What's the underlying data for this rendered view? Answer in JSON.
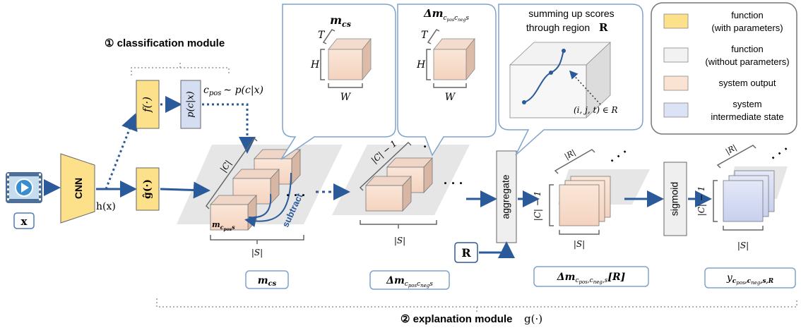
{
  "classification_module": {
    "title": "① classification module"
  },
  "explanation_module": {
    "title": "② explanation module",
    "g_symbol": "g(·)"
  },
  "input": {
    "label": "x"
  },
  "cnn": {
    "label": "CNN",
    "output": "h(x)"
  },
  "f_box": {
    "label": "f(·)"
  },
  "p_box": {
    "label": "p(c|x)"
  },
  "cpos_sample": {
    "text": "c",
    "sub": "pos",
    "rest": "∼ p(c|x)"
  },
  "g_hat": {
    "label": "ĝ(·)"
  },
  "mcs": {
    "bubble_title": "m",
    "bubble_title_sub": "cs",
    "T": "T",
    "H": "H",
    "W": "W",
    "dim_c": "|C|",
    "dim_s": "|S|",
    "subtract": "subtract",
    "cube_label": "m",
    "cube_label_sub": "c",
    "cube_label_sub2": "pos",
    "cube_label_sub3": "s",
    "box_label": "m",
    "box_label_sub": "cs"
  },
  "dm": {
    "bubble_title": "Δm",
    "bubble_title_sub": "c",
    "sub_pos": "pos",
    "sub_c2": "c",
    "sub_neg": "neg",
    "sub_s": "s",
    "T": "T",
    "H": "H",
    "W": "W",
    "dim_c": "|C| − 1",
    "dim_s": "|S|",
    "box_label": "Δm",
    "box_label_sub": "c",
    "box_sub_pos": "pos",
    "box_sub_c2": "c",
    "box_sub_neg": "neg",
    "box_sub_s": "s"
  },
  "region": {
    "bubble_title_1": "summing up scores",
    "bubble_title_2": "through region",
    "R": "R",
    "ijt": "(i, j, t) ∈ R",
    "input_label": "R"
  },
  "aggregate": {
    "label": "aggregate"
  },
  "agg_out": {
    "dim_r": "|R|",
    "dim_c": "|C| − 1",
    "dim_s": "|S|",
    "box_label": "Δm",
    "box_sub": "c",
    "box_sub_pos": "pos",
    "box_sub_rest": ",c",
    "box_sub_neg": "neg",
    "box_sub_s": ",s",
    "box_bracket": "[R]"
  },
  "sigmoid": {
    "label": "sigmoid"
  },
  "final_out": {
    "dim_r": "|R|",
    "dim_c": "|C| − 1",
    "dim_s": "|S|",
    "box_label": "y",
    "box_sub": "c",
    "box_sub_pos": "pos",
    "box_sub_c2": ",c",
    "box_sub_neg": "neg",
    "box_sub_rest": ",s,R"
  },
  "legend": {
    "items": [
      {
        "label_1": "function",
        "label_2": "(with parameters)",
        "color": "#fde08a"
      },
      {
        "label_1": "function",
        "label_2": "(without parameters)",
        "color": "#f2f2f2"
      },
      {
        "label_1": "system output",
        "label_2": "",
        "color": "#fbe3d3"
      },
      {
        "label_1": "system",
        "label_2": "intermediate state",
        "color": "#dde3f6"
      }
    ]
  },
  "ellipsis": "· · ·",
  "colors": {
    "arrow": "#2a5a9a",
    "yellow": "#fde08a",
    "blue_box": "#d5ddf2",
    "peach": "#f6d9c8",
    "bubble": "#7fa3cc"
  }
}
